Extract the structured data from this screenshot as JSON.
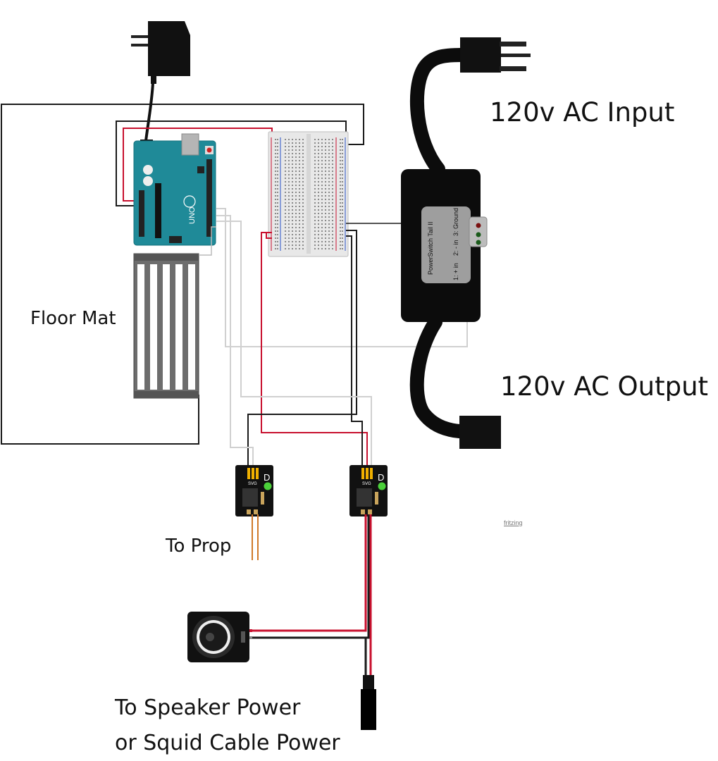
{
  "labels": {
    "ac_input": "120v AC Input",
    "ac_output": "120v AC Output",
    "floor_mat": "Floor Mat",
    "to_prop": "To Prop",
    "speaker_power_line1": "To Speaker Power",
    "speaker_power_line2": "or Squid Cable Power",
    "watermark": "fritzing"
  },
  "powerswitch": {
    "title": "PowerSwitch Tail II",
    "pins": [
      "1: + in",
      "2: - in",
      "3: Ground"
    ]
  },
  "arduino": {
    "board_name": "UNO"
  },
  "relay": {
    "pin_label": "SVG",
    "badge": "D"
  },
  "colors": {
    "arduino_teal": "#1f8a98",
    "wire_red": "#c8102e",
    "wire_black": "#1a1a1a",
    "wire_white": "#cfcfcf",
    "psu_body": "#0c0c0c",
    "breadboard": "#e8e8e8"
  }
}
